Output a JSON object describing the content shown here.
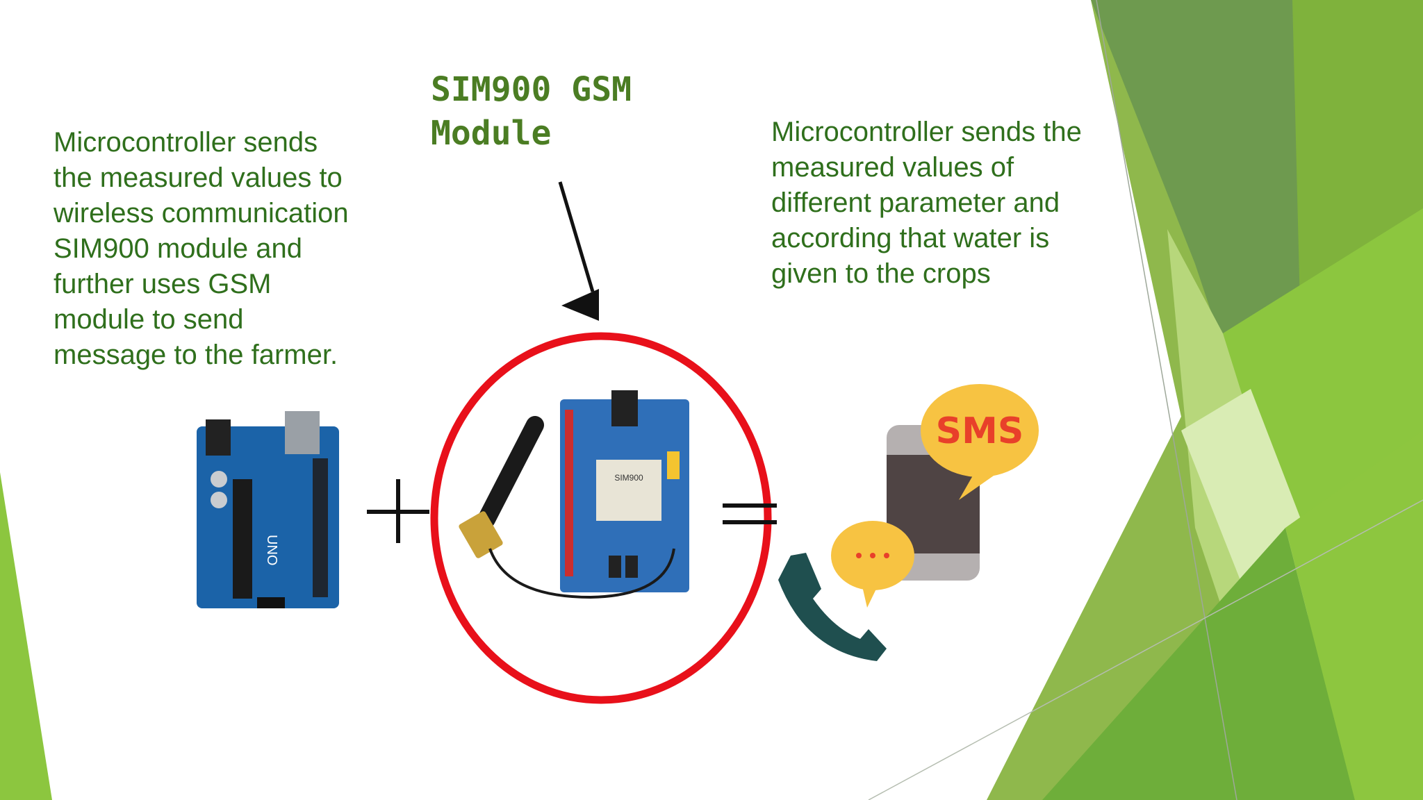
{
  "slide": {
    "title_lines": [
      "SIM900 GSM",
      "Module"
    ],
    "left_text_lines": [
      "Microcontroller sends",
      "the measured values to",
      "wireless communication",
      "SIM900 module and",
      "further uses GSM",
      "module to send",
      "message to the farmer."
    ],
    "right_text_lines": [
      "Microcontroller sends the",
      "measured values of",
      "different parameter and",
      "according that water is",
      "given to the crops"
    ],
    "sms_label": "SMS",
    "arduino_board_text": "UNO",
    "gsm_chip_text": "SIM900"
  },
  "colors": {
    "text_green": "#2f6f1c",
    "title_green": "#4b7d23",
    "highlight_circle": "#e8101a",
    "board_blue": "#1b63a8",
    "sms_bubble": "#f7c342",
    "phone_handset": "#1f4f4f"
  },
  "icons": [
    "arduino-uno-board",
    "plus-sign",
    "gsm-module-board",
    "antenna",
    "equals-sign",
    "smartphone-icon",
    "sms-bubble-icon",
    "chat-bubble-icon",
    "phone-handset-icon",
    "arrow-down-icon"
  ]
}
